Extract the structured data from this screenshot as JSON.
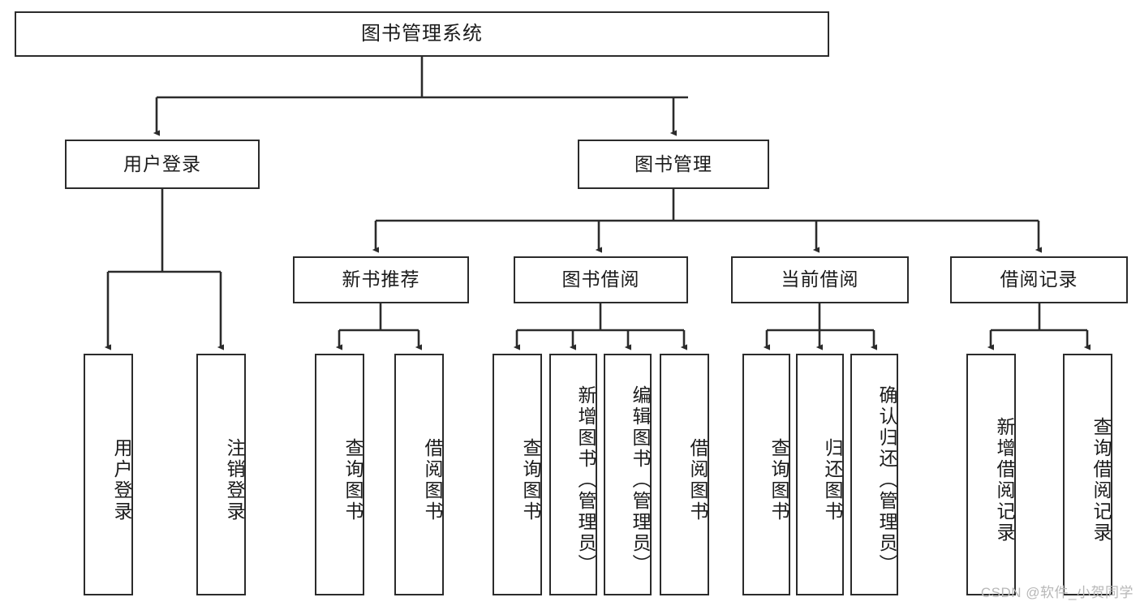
{
  "diagram": {
    "title": "图书管理系统",
    "type": "tree",
    "colors": {
      "box_border": "#2b2b2b",
      "box_fill": "#ffffff",
      "connector": "#2b2b2b",
      "text": "#1b1b1b",
      "watermark": "#b7b7b7",
      "background": "#ffffff"
    },
    "nodes": {
      "root": {
        "label": "图书管理系统"
      },
      "level1": [
        {
          "label": "用户登录"
        },
        {
          "label": "图书管理"
        }
      ],
      "level2": [
        {
          "label": "新书推荐"
        },
        {
          "label": "图书借阅"
        },
        {
          "label": "当前借阅"
        },
        {
          "label": "借阅记录"
        }
      ],
      "leaves": {
        "user_login": [
          {
            "label": "用户登录"
          },
          {
            "label": "注销登录"
          }
        ],
        "new_book_recommend": [
          {
            "label": "查询图书"
          },
          {
            "label": "借阅图书"
          }
        ],
        "book_borrow": [
          {
            "label": "查询图书"
          },
          {
            "label": "新增图书（管理员）"
          },
          {
            "label": "编辑图书（管理员）"
          },
          {
            "label": "借阅图书"
          }
        ],
        "current_borrow": [
          {
            "label": "查询图书"
          },
          {
            "label": "归还图书"
          },
          {
            "label": "确认归还（管理员）"
          }
        ],
        "borrow_record": [
          {
            "label": "新增借阅记录"
          },
          {
            "label": "查询借阅记录"
          }
        ]
      }
    },
    "watermark": "CSDN @软件_小贺同学"
  }
}
